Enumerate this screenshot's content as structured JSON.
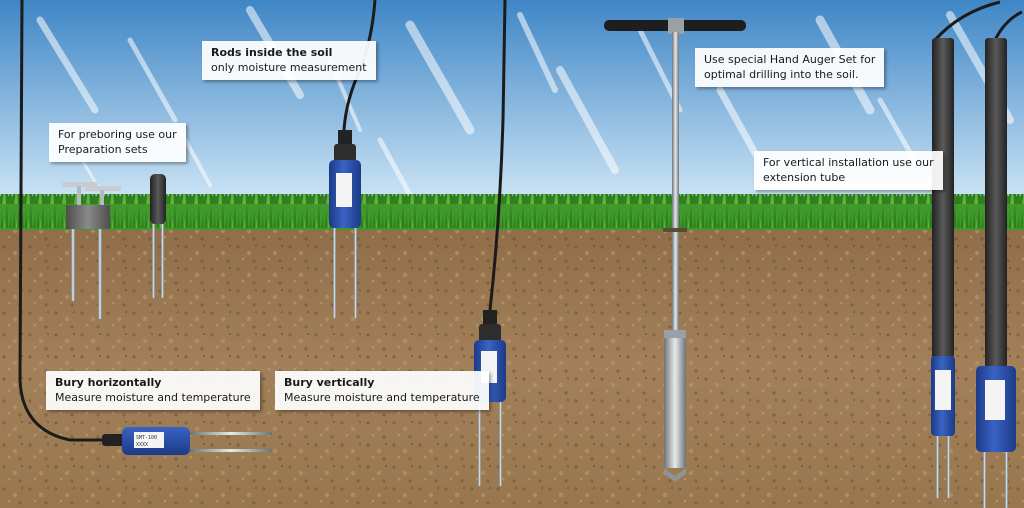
{
  "callouts": {
    "rods": {
      "line1": "Rods inside the soil",
      "line2": "only moisture measurement"
    },
    "preboring": {
      "line1": "For preboring use our",
      "line2": "Preparation sets"
    },
    "auger": {
      "line1": "Use special Hand Auger Set for",
      "line2": "optimal drilling into the soil."
    },
    "vertical_install": {
      "line1": "For vertical installation use our",
      "line2": "extension tube"
    },
    "bury_horizontal": {
      "line1": "Bury horizontally",
      "line2": "Measure moisture and temperature"
    },
    "bury_vertical": {
      "line1": "Bury vertically",
      "line2": "Measure moisture and temperature"
    }
  },
  "colors": {
    "sky_top": "#3f86c6",
    "sky_bottom": "#cfe6f6",
    "grass": "#3f9a2a",
    "soil": "#9a7a55",
    "sensor_blue": "#2a4fa6",
    "cable": "#1b1b1b"
  }
}
